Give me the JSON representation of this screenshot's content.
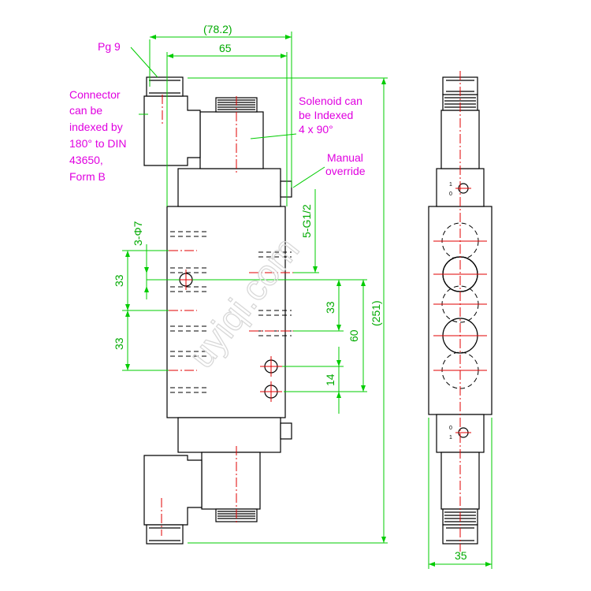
{
  "dimensions": {
    "overall_width_ref": "(78.2)",
    "body_width": "65",
    "port_size": "5-G1/2",
    "mount_holes": "3-Φ7",
    "pitch_upper": "33",
    "pitch_lower": "33",
    "port_pitch": "33",
    "port_spacing": "60",
    "bottom_offset": "14",
    "overall_height_ref": "(251)",
    "side_width": "35"
  },
  "notes": {
    "pg": "Pg 9",
    "connector": [
      "Connector",
      "can be",
      "indexed by",
      "180° to DIN",
      "43650,",
      "Form B"
    ],
    "solenoid": [
      "Solenoid can",
      "be Indexed",
      "4 x 90°"
    ],
    "manual": [
      "Manual",
      "override"
    ]
  },
  "port_markings": {
    "top_1": "1",
    "top_0": "0",
    "bottom_0": "0",
    "bottom_1": "1"
  },
  "watermark": "uyiqi.com",
  "colors": {
    "dimension": "#00cc00",
    "centerline": "#e00000",
    "annotation": "#e000e0",
    "outline": "#000000"
  }
}
